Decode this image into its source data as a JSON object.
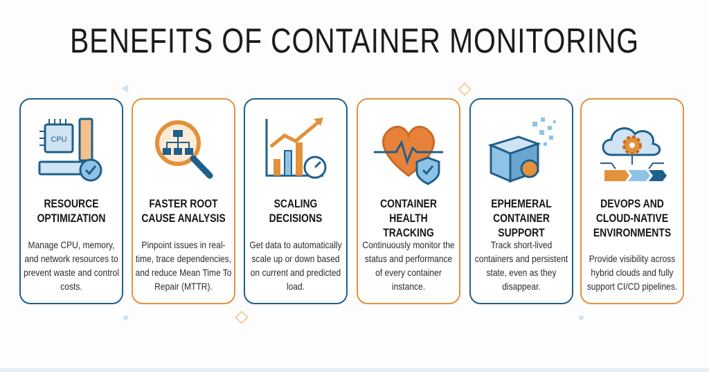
{
  "title": "BENEFITS OF CONTAINER MONITORING",
  "colors": {
    "blue": "#1f5f8b",
    "orange": "#e3913b",
    "text": "#151515"
  },
  "cards": [
    {
      "title": "RESOURCE OPTIMIZATION",
      "description": "Manage CPU, memory, and network resources to prevent waste and control costs.",
      "icon": "cpu-memory-check-icon",
      "icon_label": "CPU",
      "accent": "blue"
    },
    {
      "title": "FASTER ROOT CAUSE ANALYSIS",
      "description": "Pinpoint issues in real-time, trace dependencies, and reduce Mean Time To Repair (MTTR).",
      "icon": "magnifier-hierarchy-icon",
      "accent": "orange"
    },
    {
      "title": "SCALING DECISIONS",
      "description": "Get data to automatically scale up or down based on current and predicted load.",
      "icon": "growth-chart-gauge-icon",
      "accent": "blue"
    },
    {
      "title": "CONTAINER HEALTH TRACKING",
      "description": "Continuously monitor the status and performance of every container instance.",
      "icon": "heart-pulse-shield-icon",
      "accent": "orange"
    },
    {
      "title": "EPHEMERAL CONTAINER SUPPORT",
      "description": "Track short-lived containers and persistent state, even as they disappear.",
      "icon": "dissolving-container-icon",
      "accent": "blue"
    },
    {
      "title": "DEVOPS AND CLOUD-NATIVE ENVIRONMENTS",
      "description": "Provide visibility across hybrid clouds and fully support CI/CD pipelines.",
      "icon": "cloud-gear-pipeline-icon",
      "accent": "orange"
    }
  ]
}
